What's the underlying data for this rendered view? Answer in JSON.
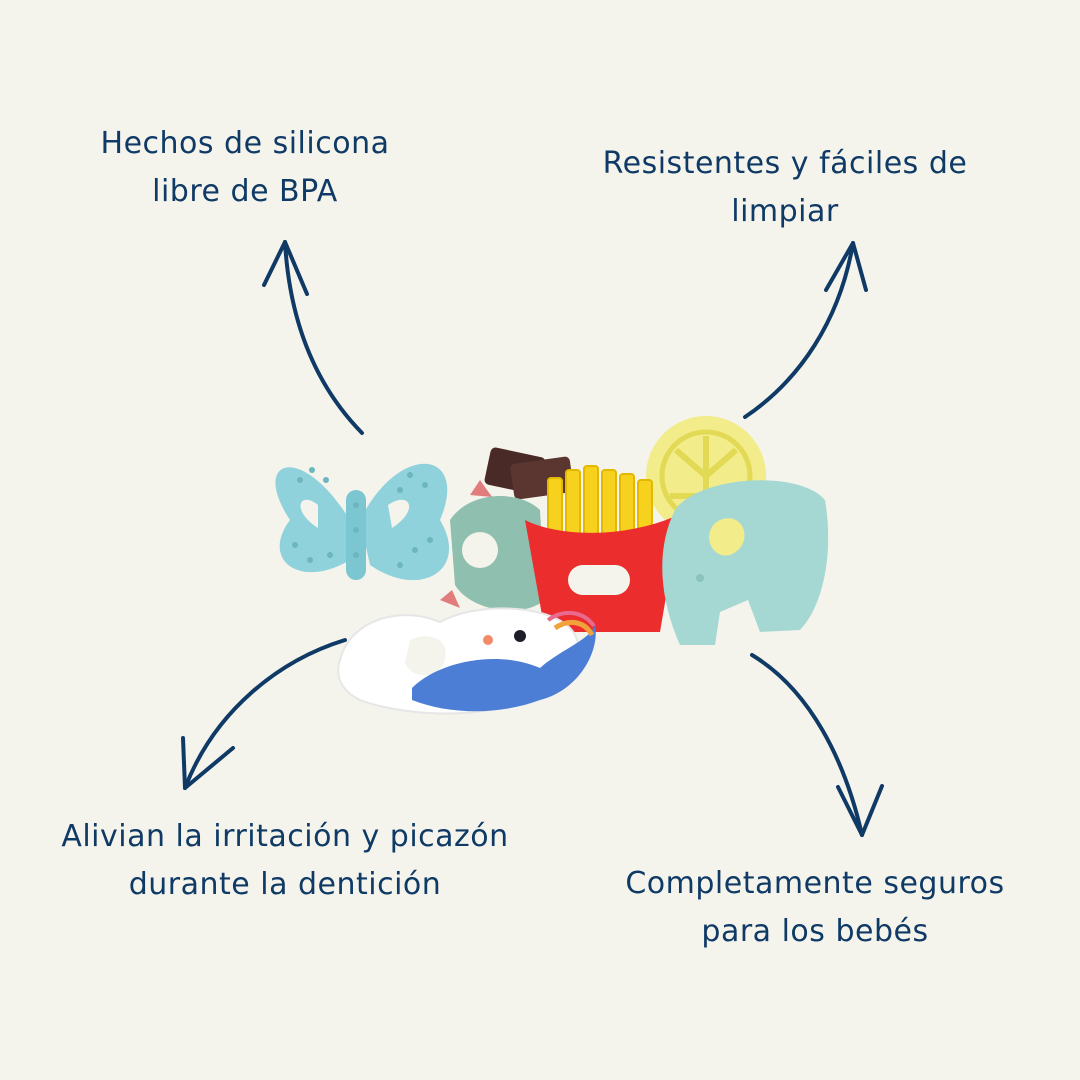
{
  "features": {
    "top_left": {
      "line1": "Hechos de silicona",
      "line2": "libre de BPA"
    },
    "top_right": {
      "line1": "Resistentes y fáciles de",
      "line2": "limpiar"
    },
    "bottom_left": {
      "line1": "Alivian la irritación y picazón",
      "line2": "durante la dentición"
    },
    "bottom_right": {
      "line1": "Completamente seguros",
      "line2": "para los bebés"
    }
  },
  "colors": {
    "background": "#f5f4ec",
    "text": "#0f3a66",
    "arrow": "#0f3a66"
  }
}
